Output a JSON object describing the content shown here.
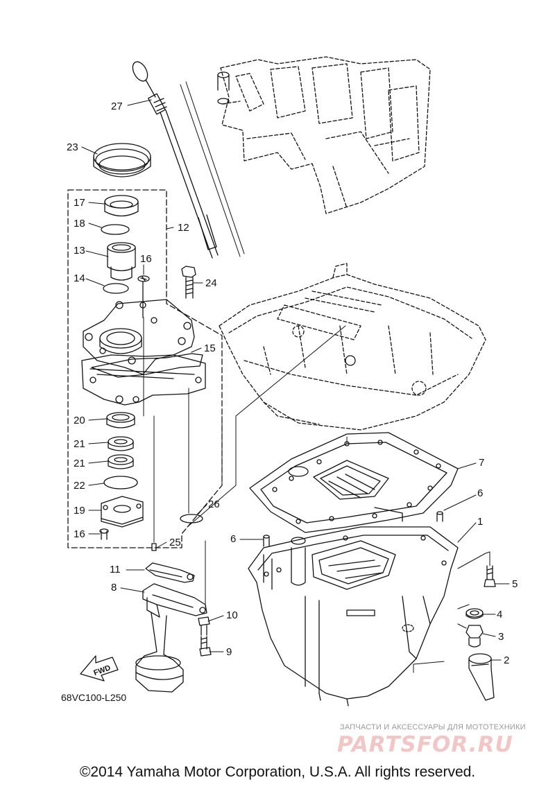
{
  "callouts": [
    "1",
    "2",
    "3",
    "4",
    "5",
    "6",
    "6",
    "7",
    "8",
    "9",
    "10",
    "11",
    "12",
    "13",
    "14",
    "15",
    "16",
    "16",
    "17",
    "18",
    "19",
    "20",
    "21",
    "21",
    "22",
    "23",
    "24",
    "25",
    "26",
    "27"
  ],
  "diagram_code": "68VC100-L250",
  "fwd_label": "FWD",
  "watermark": {
    "tagline": "ЗАПЧАСТИ И АКСЕССУАРЫ ДЛЯ МОТОТЕХНИКИ",
    "logo": "PARTSFOR.RU"
  },
  "copyright": "©2014 Yamaha Motor Corporation, U.S.A. All rights reserved."
}
